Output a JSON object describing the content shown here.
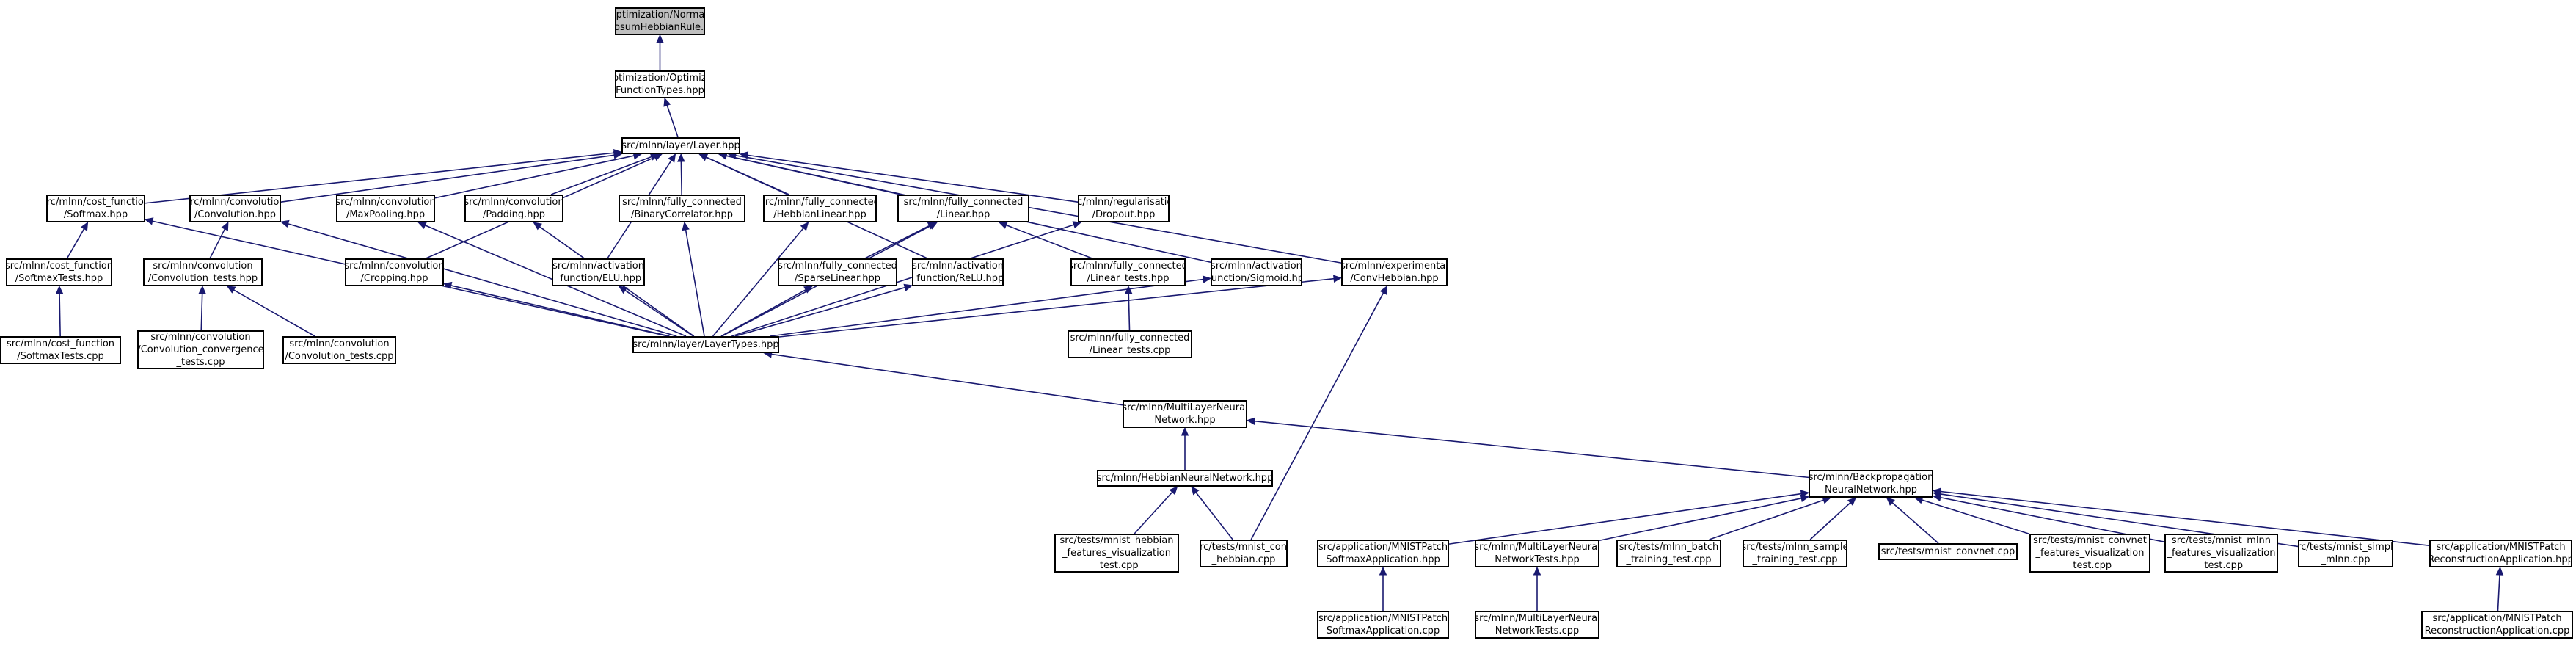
{
  "nodes": [
    {
      "id": "zerosum",
      "label": "src/optimization/Normalized\nZerosumHebbianRule.hpp",
      "root": true
    },
    {
      "id": "opttypes",
      "label": "src/optimization/Optimization\nFunctionTypes.hpp"
    },
    {
      "id": "layer",
      "label": "src/mlnn/layer/Layer.hpp"
    },
    {
      "id": "softmax",
      "label": "src/mlnn/cost_function\n/Softmax.hpp"
    },
    {
      "id": "convolution",
      "label": "src/mlnn/convolution\n/Convolution.hpp"
    },
    {
      "id": "maxpool",
      "label": "src/mlnn/convolution\n/MaxPooling.hpp"
    },
    {
      "id": "padding",
      "label": "src/mlnn/convolution\n/Padding.hpp"
    },
    {
      "id": "bincorr",
      "label": "src/mlnn/fully_connected\n/BinaryCorrelator.hpp"
    },
    {
      "id": "hebblin",
      "label": "src/mlnn/fully_connected\n/HebbianLinear.hpp"
    },
    {
      "id": "linear",
      "label": "src/mlnn/fully_connected\n/Linear.hpp"
    },
    {
      "id": "dropout",
      "label": "src/mlnn/regularisation\n/Dropout.hpp"
    },
    {
      "id": "softmaxtests",
      "label": "src/mlnn/cost_function\n/SoftmaxTests.hpp"
    },
    {
      "id": "convtests",
      "label": "src/mlnn/convolution\n/Convolution_tests.hpp"
    },
    {
      "id": "cropping",
      "label": "src/mlnn/convolution\n/Cropping.hpp"
    },
    {
      "id": "elu",
      "label": "src/mlnn/activation\n_function/ELU.hpp"
    },
    {
      "id": "sparselin",
      "label": "src/mlnn/fully_connected\n/SparseLinear.hpp"
    },
    {
      "id": "relu",
      "label": "src/mlnn/activation\n_function/ReLU.hpp"
    },
    {
      "id": "lineartests",
      "label": "src/mlnn/fully_connected\n/Linear_tests.hpp"
    },
    {
      "id": "sigmoid",
      "label": "src/mlnn/activation\n_function/Sigmoid.hpp"
    },
    {
      "id": "convhebb",
      "label": "src/mlnn/experimental\n/ConvHebbian.hpp"
    },
    {
      "id": "softmaxtestscpp",
      "label": "src/mlnn/cost_function\n/SoftmaxTests.cpp"
    },
    {
      "id": "convconv",
      "label": "src/mlnn/convolution\n/Convolution_convergence\n_tests.cpp"
    },
    {
      "id": "convtestscpp",
      "label": "src/mlnn/convolution\n/Convolution_tests.cpp"
    },
    {
      "id": "layertypes",
      "label": "src/mlnn/layer/LayerTypes.hpp"
    },
    {
      "id": "lineartestscpp",
      "label": "src/mlnn/fully_connected\n/Linear_tests.cpp"
    },
    {
      "id": "mlnn",
      "label": "src/mlnn/MultiLayerNeural\nNetwork.hpp"
    },
    {
      "id": "backprop",
      "label": "src/mlnn/Backpropagation\nNeuralNetwork.hpp"
    },
    {
      "id": "hebbnn",
      "label": "src/mlnn/HebbianNeuralNetwork.hpp"
    },
    {
      "id": "mnisthebbvis",
      "label": "src/tests/mnist_hebbian\n_features_visualization\n_test.cpp"
    },
    {
      "id": "mnistconvhebb",
      "label": "src/tests/mnist_conv\n_hebbian.cpp"
    },
    {
      "id": "softmaxapp",
      "label": "src/application/MNISTPatch\nSoftmaxApplication.hpp"
    },
    {
      "id": "mlnntestshpp",
      "label": "src/mlnn/MultiLayerNeural\nNetworkTests.hpp"
    },
    {
      "id": "batchtest",
      "label": "src/tests/mlnn_batch\n_training_test.cpp"
    },
    {
      "id": "sampletest",
      "label": "src/tests/mlnn_sample\n_training_test.cpp"
    },
    {
      "id": "convnet",
      "label": "src/tests/mnist_convnet.cpp"
    },
    {
      "id": "convnetvis",
      "label": "src/tests/mnist_convnet\n_features_visualization\n_test.cpp"
    },
    {
      "id": "mlnnvis",
      "label": "src/tests/mnist_mlnn\n_features_visualization\n_test.cpp"
    },
    {
      "id": "simplemlnn",
      "label": "src/tests/mnist_simple\n_mlnn.cpp"
    },
    {
      "id": "reconapp",
      "label": "src/application/MNISTPatch\nReconstructionApplication.hpp"
    },
    {
      "id": "softmaxappcpp",
      "label": "src/application/MNISTPatch\nSoftmaxApplication.cpp"
    },
    {
      "id": "mlnntestscpp",
      "label": "src/mlnn/MultiLayerNeural\nNetworkTests.cpp"
    },
    {
      "id": "reconappcpp",
      "label": "src/application/MNISTPatch\nReconstructionApplication.cpp"
    }
  ],
  "edges": [
    [
      "opttypes",
      "zerosum"
    ],
    [
      "layer",
      "opttypes"
    ],
    [
      "softmax",
      "layer"
    ],
    [
      "convolution",
      "layer"
    ],
    [
      "maxpool",
      "layer"
    ],
    [
      "padding",
      "layer"
    ],
    [
      "bincorr",
      "layer"
    ],
    [
      "hebblin",
      "layer"
    ],
    [
      "linear",
      "layer"
    ],
    [
      "dropout",
      "layer"
    ],
    [
      "cropping",
      "layer"
    ],
    [
      "elu",
      "layer"
    ],
    [
      "relu",
      "layer"
    ],
    [
      "sigmoid",
      "layer"
    ],
    [
      "convhebb",
      "layer"
    ],
    [
      "softmaxtests",
      "softmax"
    ],
    [
      "layertypes",
      "softmax"
    ],
    [
      "convtests",
      "convolution"
    ],
    [
      "layertypes",
      "convolution"
    ],
    [
      "softmaxtestscpp",
      "softmaxtests"
    ],
    [
      "convconv",
      "convtests"
    ],
    [
      "convtestscpp",
      "convtests"
    ],
    [
      "layertypes",
      "maxpool"
    ],
    [
      "layertypes",
      "padding"
    ],
    [
      "layertypes",
      "bincorr"
    ],
    [
      "layertypes",
      "hebblin"
    ],
    [
      "sparselin",
      "linear"
    ],
    [
      "lineartests",
      "linear"
    ],
    [
      "layertypes",
      "linear"
    ],
    [
      "layertypes",
      "dropout"
    ],
    [
      "layertypes",
      "cropping"
    ],
    [
      "layertypes",
      "elu"
    ],
    [
      "layertypes",
      "sparselin"
    ],
    [
      "layertypes",
      "relu"
    ],
    [
      "layertypes",
      "sigmoid"
    ],
    [
      "layertypes",
      "convhebb"
    ],
    [
      "lineartestscpp",
      "lineartests"
    ],
    [
      "mnistconvhebb",
      "convhebb"
    ],
    [
      "mlnn",
      "layertypes"
    ],
    [
      "hebbnn",
      "mlnn"
    ],
    [
      "backprop",
      "mlnn"
    ],
    [
      "mnisthebbvis",
      "hebbnn"
    ],
    [
      "mnistconvhebb",
      "hebbnn"
    ],
    [
      "softmaxapp",
      "backprop"
    ],
    [
      "mlnntestshpp",
      "backprop"
    ],
    [
      "batchtest",
      "backprop"
    ],
    [
      "sampletest",
      "backprop"
    ],
    [
      "convnet",
      "backprop"
    ],
    [
      "convnetvis",
      "backprop"
    ],
    [
      "mlnnvis",
      "backprop"
    ],
    [
      "simplemlnn",
      "backprop"
    ],
    [
      "reconapp",
      "backprop"
    ],
    [
      "softmaxappcpp",
      "softmaxapp"
    ],
    [
      "mlnntestscpp",
      "mlnntestshpp"
    ],
    [
      "reconappcpp",
      "reconapp"
    ]
  ]
}
